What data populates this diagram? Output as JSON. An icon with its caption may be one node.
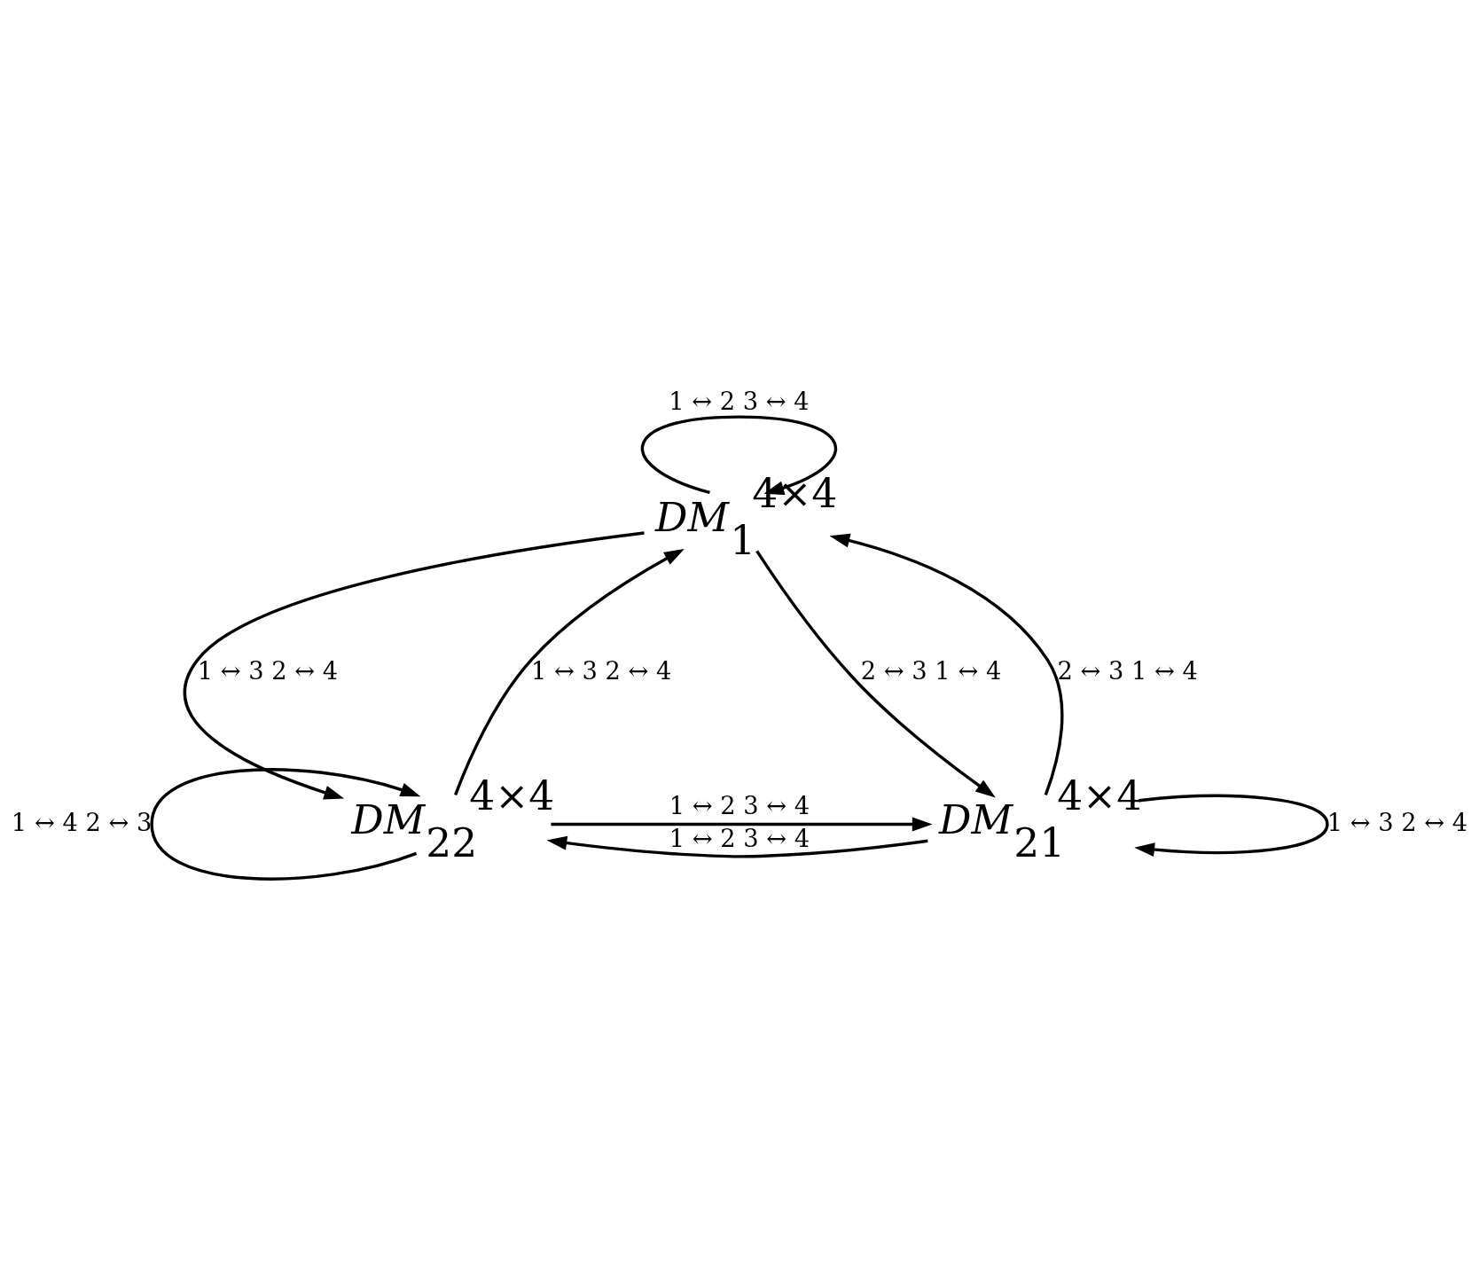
{
  "diagram": {
    "nodes": [
      {
        "text": [
          "DM$_{1}$$^{4×4}$"
        ]
      },
      {
        "text": [
          "DM$_{22}$$^{4×4}$"
        ]
      },
      {
        "text": [
          "DM$_{21}$$^{4×4}$"
        ]
      }
    ],
    "edges": [
      {
        "from": 0,
        "to": 0,
        "arrow": "to",
        "label": "1 ↔ 2 3 ↔ 4"
      },
      {
        "from": 0,
        "to": 1,
        "arrow": "to",
        "label": "1 ↔ 3 2 ↔ 4"
      },
      {
        "from": 1,
        "to": 0,
        "arrow": "to",
        "label": "1 ↔ 3 2 ↔ 4"
      },
      {
        "from": 2,
        "to": 0,
        "arrow": "to",
        "label": "2 ↔ 3 1 ↔ 4"
      },
      {
        "from": 0,
        "to": 2,
        "arrow": "to",
        "label": "2 ↔ 3 1 ↔ 4"
      },
      {
        "from": 1,
        "to": 2,
        "arrow": "to",
        "label": "1 ↔ 2 3 ↔ 4"
      },
      {
        "from": 2,
        "to": 1,
        "arrow": "to",
        "label": "1 ↔ 2 3 ↔ 4"
      },
      {
        "from": 1,
        "to": 1,
        "arrow": "to",
        "label": "1 ↔ 4 2 ↔ 3"
      },
      {
        "from": 2,
        "to": 2,
        "arrow": "to",
        "label": "1 ↔ 3 2 ↔ 4"
      }
    ]
  }
}
